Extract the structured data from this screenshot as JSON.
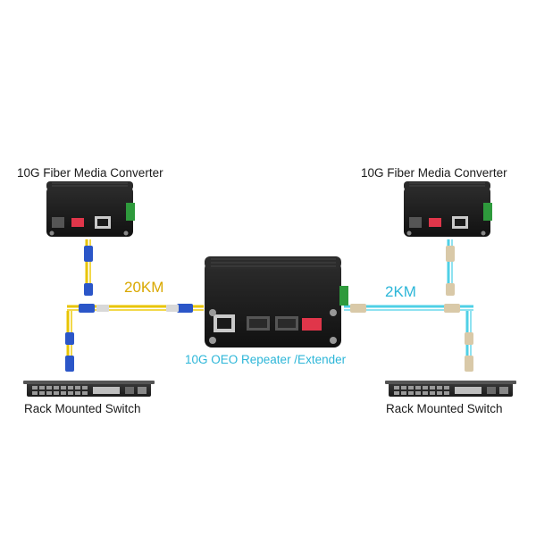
{
  "labels": {
    "left_converter": "10G Fiber Media Converter",
    "right_converter": "10G Fiber Media Converter",
    "left_switch": "Rack Mounted Switch",
    "right_switch": "Rack Mounted Switch",
    "repeater": "10G OEO Repeater /Extender",
    "left_distance": "20KM",
    "right_distance": "2KM"
  },
  "colors": {
    "singlemode_fiber": "#e8c400",
    "multimode_fiber": "#4fd0e6",
    "distance_yellow": "#d9a800",
    "caption_cyan": "#2cb6d8",
    "device_body": "#1c1c1c",
    "terminal_green": "#2e9a3c",
    "dip_switch_red": "#e0364a"
  },
  "icons": {
    "converter": "fiber-media-converter-icon",
    "repeater": "oeo-repeater-icon",
    "switch": "rack-switch-icon",
    "connector": "lc-connector-icon"
  }
}
